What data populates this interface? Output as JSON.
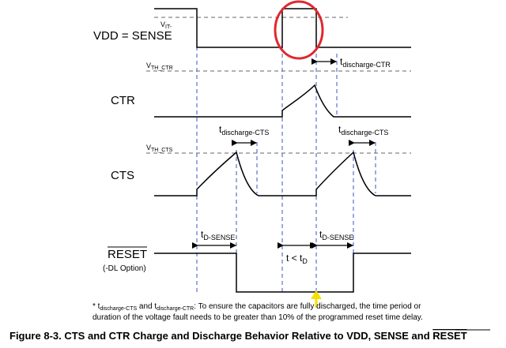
{
  "signals": {
    "vdd": "VDD = SENSE",
    "ctr": "CTR",
    "cts": "CTS",
    "reset": "RESET",
    "reset_option": "(-DL Option)"
  },
  "thresholds": {
    "vit_main": "V",
    "vit_sub": "IT-",
    "vth_ctr_main": "V",
    "vth_ctr_sub": "TH_CTR",
    "vth_cts_main": "V",
    "vth_cts_sub": "TH_CTS"
  },
  "timing": {
    "t": "t",
    "discharge_ctr_sub": "discharge-CTR",
    "discharge_cts_sub": "discharge-CTS",
    "d_sense_sub": "D-SENSE",
    "t_lt_td": "t < t",
    "d_sub": "D"
  },
  "note": {
    "star": "* t",
    "sub_cts": "discharge-CTS",
    "and": " and t",
    "sub_ctr": "discharge-CTR",
    "line1_rest": ": To ensure the capacitors are fully discharged, the time period or",
    "line2": "duration of the voltage fault needs to be greater than 10% of the programmed reset time delay."
  },
  "caption": {
    "prefix": "Figure 8-3. CTS and CTR Charge and Discharge Behavior Relative to VDD, SENSE and ",
    "reset": "RESET"
  },
  "colors": {
    "highlight_circle": "#e0282e",
    "arrow": "#f5e000",
    "guide": "#3a53c7"
  }
}
